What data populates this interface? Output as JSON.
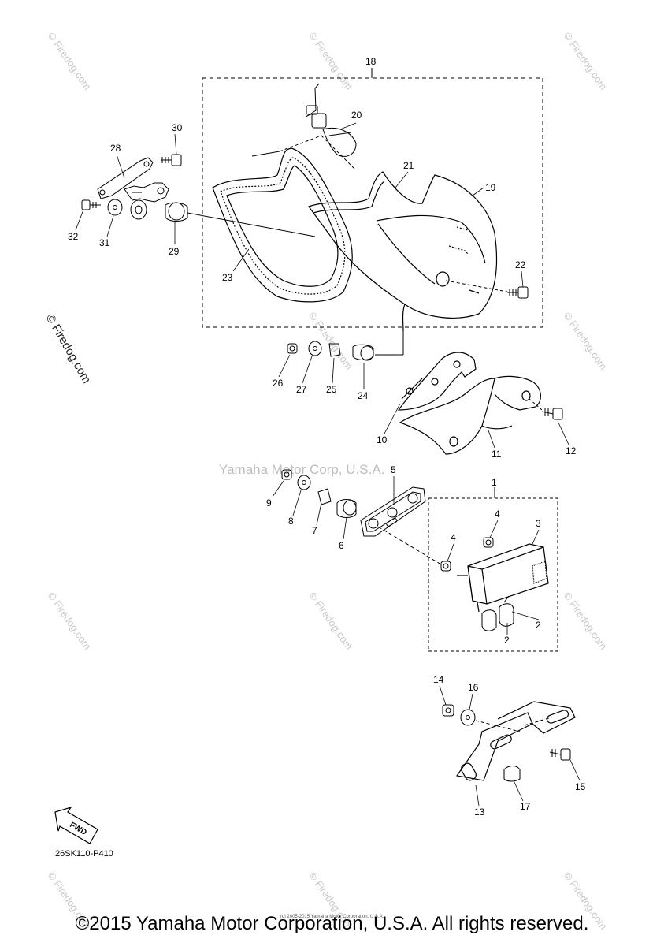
{
  "diagram": {
    "callouts": {
      "c1": "1",
      "c2a": "2",
      "c2b": "2",
      "c3": "3",
      "c4a": "4",
      "c4b": "4",
      "c5": "5",
      "c6": "6",
      "c7": "7",
      "c8": "8",
      "c9": "9",
      "c10": "10",
      "c11": "11",
      "c12": "12",
      "c13": "13",
      "c14": "14",
      "c15": "15",
      "c16": "16",
      "c17": "17",
      "c18": "18",
      "c19": "19",
      "c20": "20",
      "c21": "21",
      "c22": "22",
      "c23": "23",
      "c24": "24",
      "c25": "25",
      "c26": "26",
      "c27": "27",
      "c28": "28",
      "c29": "29",
      "c30": "30",
      "c31": "31",
      "c32": "32"
    },
    "diagram_code": "26SK110-P410",
    "fwd_label": "FWD",
    "center_watermark": "Yamaha Motor Corp, U.S.A.",
    "left_watermark": "© Firedog.com",
    "tile_watermark": "© Firedog.com",
    "copyright_small": "(c) 2005-2015 Yamaha Motor Corporation, U.S.A.",
    "copyright_footer": "©2015 Yamaha Motor Corporation, U.S.A. All rights reserved."
  }
}
